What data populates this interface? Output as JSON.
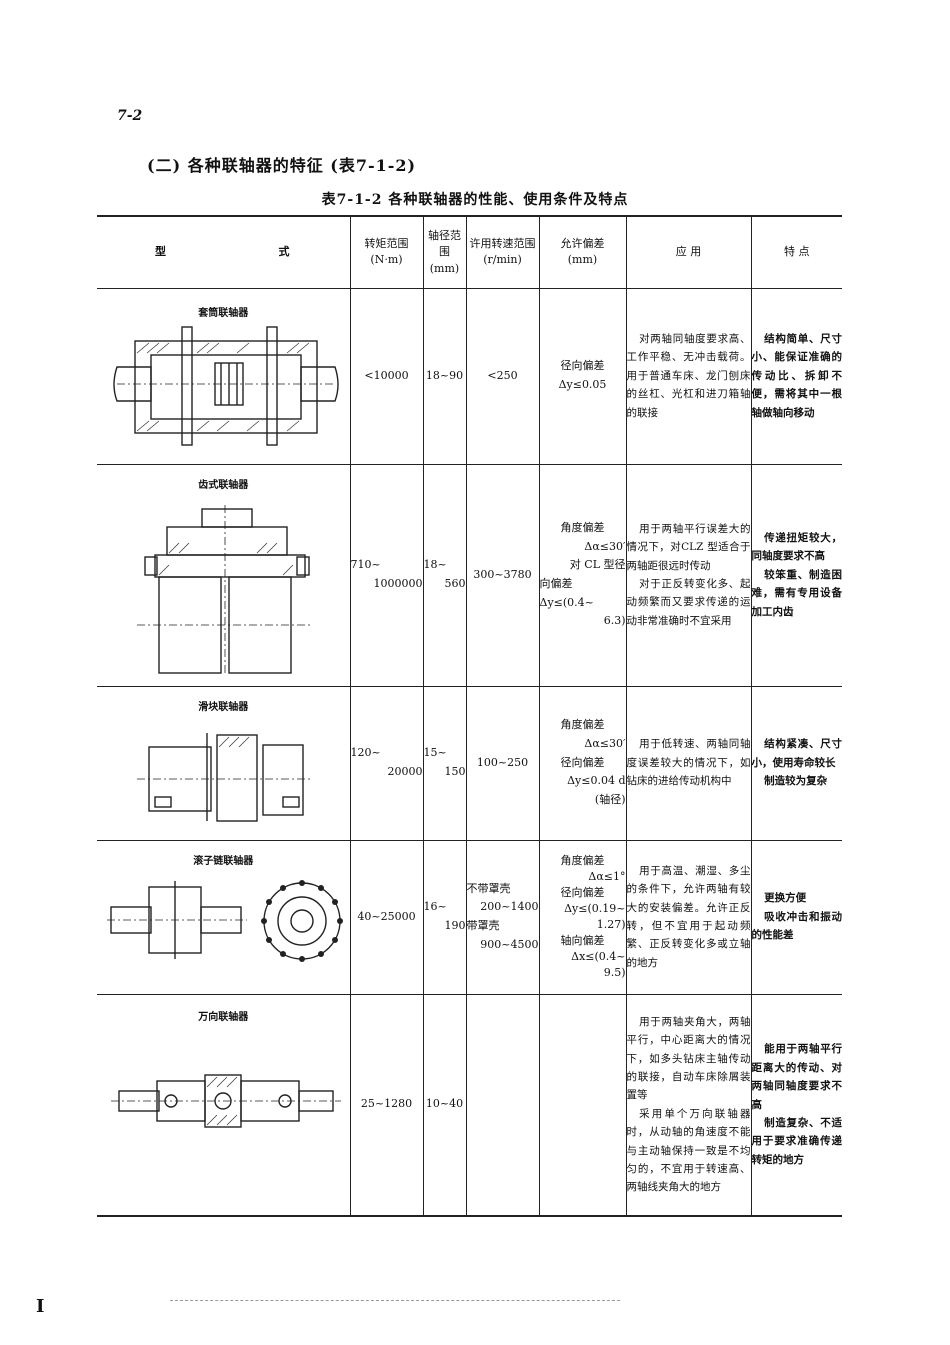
{
  "page_number": "7-2",
  "section_heading": "(二) 各种联轴器的特征 (表7-1-2)",
  "table_title": "表7-1-2   各种联轴器的性能、使用条件及特点",
  "headers": {
    "type_a": "型",
    "type_b": "式",
    "torque": "转矩范围",
    "torque_unit": "(N·m)",
    "shaft": "轴径范围",
    "shaft_unit": "(mm)",
    "speed": "许用转速范围",
    "speed_unit": "(r/min)",
    "deviation": "允许偏差",
    "deviation_unit": "(mm)",
    "application": "应    用",
    "feature": "特    点"
  },
  "rows": [
    {
      "name": "套筒联轴器",
      "torque": "<10000",
      "shaft": "18~90",
      "speed": "<250",
      "deviation": [
        "径向偏差",
        "Δy≤0.05"
      ],
      "application": [
        "对两轴同轴度要求高、工作平稳、无冲击载荷。用于普通车床、龙门刨床的丝杠、光杠和进刀箱轴的联接"
      ],
      "feature": [
        "结构简单、尺寸小、能保证准确的传动比、拆卸不便，需将其中一根轴做轴向移动"
      ]
    },
    {
      "name": "齿式联轴器",
      "torque_a": "710~",
      "torque_b": "1000000",
      "shaft_a": "18~",
      "shaft_b": "560",
      "speed": "300~3780",
      "deviation": [
        "角度偏差",
        "Δα≤30′",
        "对 CL 型径",
        "向偏差",
        "Δy≤(0.4~",
        "6.3)"
      ],
      "application": [
        "用于两轴平行误差大的情况下，对CLZ 型适合于两轴距很远时传动",
        "对于正反转变化多、起动频繁而又要求传递的运动非常准确时不宜采用"
      ],
      "feature": [
        "传递扭矩较大，同轴度要求不高",
        "较笨重、制造困难，需有专用设备加工内齿"
      ]
    },
    {
      "name": "滑块联轴器",
      "torque_a": "120~",
      "torque_b": "20000",
      "shaft_a": "15~",
      "shaft_b": "150",
      "speed": "100~250",
      "deviation": [
        "角度偏差",
        "Δα≤30′",
        "径向偏差",
        "Δy≤0.04 d",
        "(轴径)"
      ],
      "application": [
        "用于低转速、两轴同轴度误差较大的情况下，如钻床的进给传动机构中"
      ],
      "feature": [
        "结构紧凑、尺寸小，使用寿命较长",
        "制造较为复杂"
      ]
    },
    {
      "name": "滚子链联轴器",
      "torque": "40~25000",
      "shaft_a": "16~",
      "shaft_b": "190",
      "speed": [
        "不带罩壳",
        "200~1400",
        "带罩壳",
        "900~4500"
      ],
      "deviation": [
        "角度偏差",
        "Δα≤1°",
        "径向偏差",
        "Δy≤(0.19~",
        "1.27)",
        "轴向偏差",
        "Δx≤(0.4~",
        "9.5)"
      ],
      "application": [
        "用于高温、潮湿、多尘的条件下，允许两轴有较大的安装偏差。允许正反转，但不宜用于起动频繁、正反转变化多或立轴的地方"
      ],
      "feature": [
        "更换方便",
        "吸收冲击和振动的性能差"
      ]
    },
    {
      "name": "万向联轴器",
      "torque": "25~1280",
      "shaft": "10~40",
      "speed": "",
      "deviation": [],
      "application": [
        "用于两轴夹角大，两轴平行，中心距离大的情况下，如多头钻床主轴传动的联接，自动车床除屑装置等",
        "采用单个万向联轴器时，从动轴的角速度不能与主动轴保持一致是不均匀的，不宜用于转速高、两轴线夹角大的地方"
      ],
      "feature": [
        "能用于两轴平行距离大的传动、对两轴同轴度要求不高",
        "制造复杂、不适用于要求准确传递转矩的地方"
      ]
    }
  ]
}
